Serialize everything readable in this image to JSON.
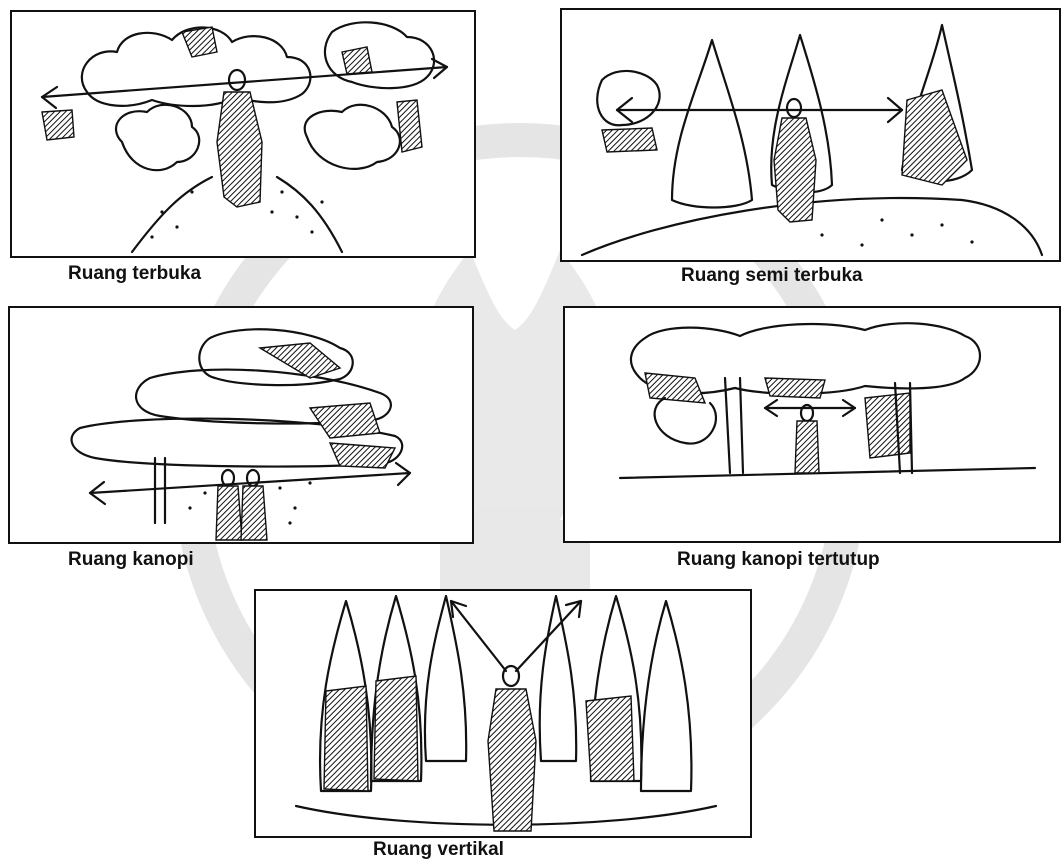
{
  "figure": {
    "panels": [
      {
        "id": "open",
        "caption": "Ruang terbuka"
      },
      {
        "id": "semi-open",
        "caption": "Ruang semi terbuka"
      },
      {
        "id": "canopy",
        "caption": "Ruang kanopi"
      },
      {
        "id": "closed-canopy",
        "caption": "Ruang kanopi tertutup"
      },
      {
        "id": "vertical",
        "caption": "Ruang vertikal"
      }
    ]
  },
  "watermark": {
    "color": "#d9d9d9"
  }
}
